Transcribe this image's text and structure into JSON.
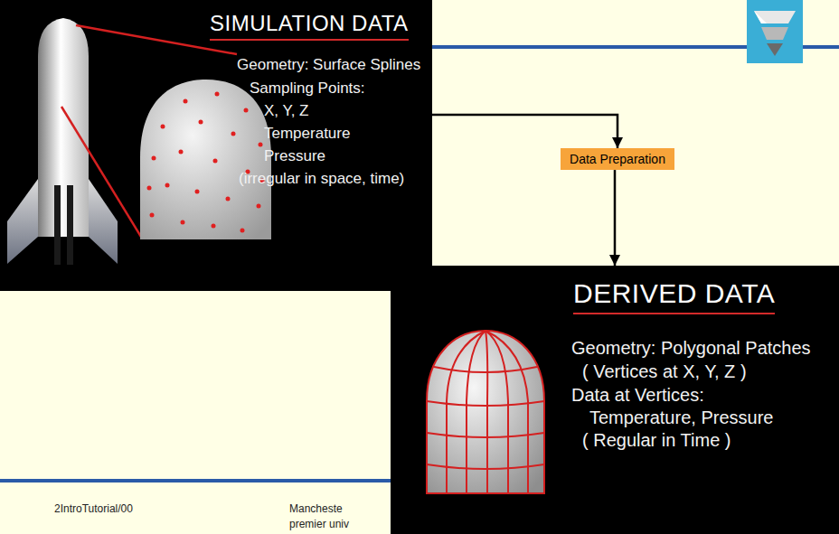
{
  "diagram": {
    "nodes": [
      {
        "text": [
          "SIMULATION DATA",
          "Geometry: Surface Splines",
          "Sampling Points:",
          "X, Y, Z",
          "Temperature",
          "Pressure",
          "(irregular in space, time)"
        ]
      },
      {
        "text": [
          "Data Preparation"
        ]
      },
      {
        "text": [
          "DERIVED DATA",
          "Geometry: Polygonal Patches",
          "( Vertices at X, Y, Z )",
          "Data at Vertices:",
          "Temperature, Pressure",
          "( Regular in Time )"
        ]
      }
    ],
    "edges": [
      {
        "from": 0,
        "to": 1,
        "arrow": "to"
      },
      {
        "from": 1,
        "to": 2,
        "arrow": "to"
      }
    ],
    "labels": [
      "2IntroTutorial/00",
      "Mancheste",
      "premier univ"
    ]
  }
}
